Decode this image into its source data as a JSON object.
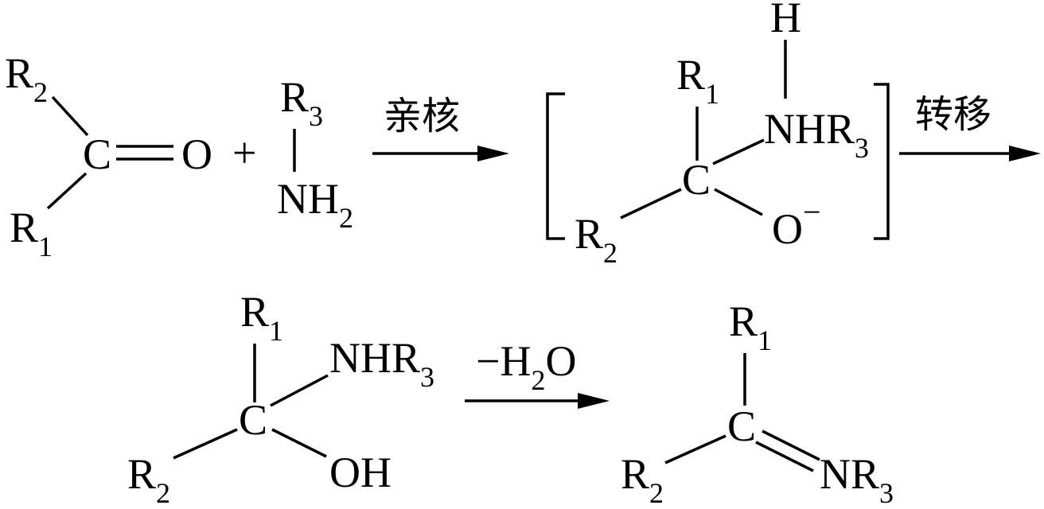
{
  "reactant_carbonyl": {
    "r2": {
      "main": "R",
      "sub": "2"
    },
    "r1": {
      "main": "R",
      "sub": "1"
    },
    "carbon": "C",
    "oxygen": "O"
  },
  "plus": "+",
  "reactant_amine": {
    "r3": {
      "main": "R",
      "sub": "3"
    },
    "nh2": {
      "main": "NH",
      "sub": "2"
    }
  },
  "arrow1": {
    "label": "亲核"
  },
  "intermediate": {
    "r1": {
      "main": "R",
      "sub": "1"
    },
    "h": "H",
    "nhr3": {
      "main": "NHR",
      "sub": "3"
    },
    "carbon": "C",
    "r2": {
      "main": "R",
      "sub": "2"
    },
    "oxide": {
      "main": "O",
      "charge": "−"
    }
  },
  "arrow2": {
    "label": "转移"
  },
  "carbinolamine": {
    "r1": {
      "main": "R",
      "sub": "1"
    },
    "nhr3": {
      "main": "NHR",
      "sub": "3"
    },
    "carbon": "C",
    "r2": {
      "main": "R",
      "sub": "2"
    },
    "oh": "OH"
  },
  "arrow3": {
    "label": {
      "minus": "−",
      "h": "H",
      "sub": "2",
      "o": "O"
    }
  },
  "imine": {
    "r1": {
      "main": "R",
      "sub": "1"
    },
    "carbon": "C",
    "r2": {
      "main": "R",
      "sub": "2"
    },
    "nr3": {
      "main": "NR",
      "sub": "3"
    }
  }
}
